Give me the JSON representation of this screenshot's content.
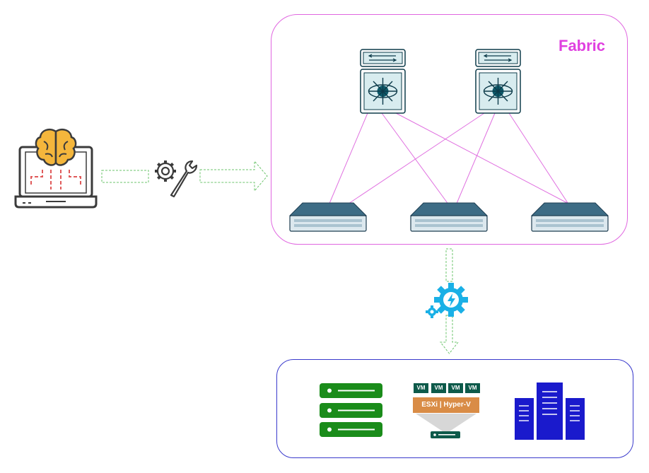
{
  "fabric": {
    "label": "Fabric",
    "border_color": "#e066e0",
    "label_color": "#e040e0",
    "spines": [
      {
        "icon": "spine-switch-icon"
      },
      {
        "icon": "spine-switch-icon"
      }
    ],
    "leaves": [
      {
        "icon": "leaf-switch-icon"
      },
      {
        "icon": "leaf-switch-icon"
      },
      {
        "icon": "leaf-switch-icon"
      }
    ],
    "link_color": "#e070e0"
  },
  "automation": {
    "source_icon": "laptop-brain-icon",
    "tool_icon": "gear-wrench-icon",
    "provision_icon": "gear-bolt-icon",
    "arrow_color": "#5cb85c"
  },
  "compute": {
    "border_color": "#3a3acc",
    "bare_metal_icon": "server-stack-icon",
    "bare_metal_color": "#1a8c1a",
    "vm_label": "VM",
    "vms": [
      "VM",
      "VM",
      "VM",
      "VM"
    ],
    "hypervisor_label": "ESXi | Hyper-V",
    "vm_color": "#0d5a4a",
    "hypervisor_color": "#d98c46",
    "datacenter_icon": "server-towers-icon",
    "datacenter_color": "#1a1acc"
  }
}
